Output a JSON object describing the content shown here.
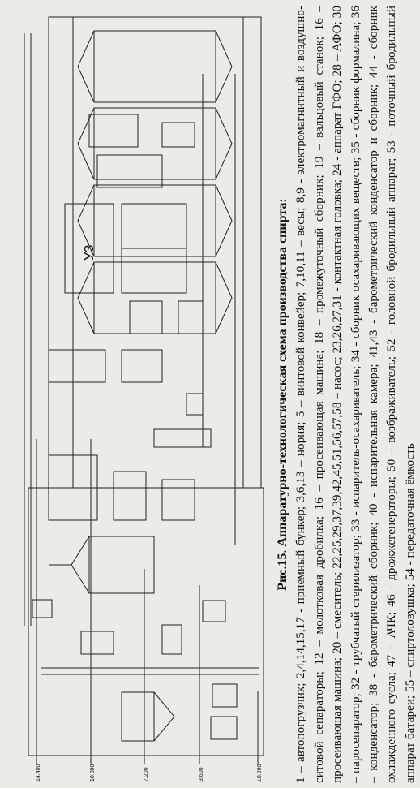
{
  "figure": {
    "title": "Рис.15. Аппаратурно-технологическая схема производства спирта:",
    "legend": "1 – автопогрузчик; 2,4,14,15,17 - приемный бункер; 3,6,13 – нория; 5 – винтовой конвейер; 7,10,11 – весы; 8,9 - электромагнитный и воздушно-ситовой сепараторы; 12 – молотковая дробилка; 16 – просеивающая машина; 18 – промежуточный сборник; 19 – вальцовый станок; 16 – просеивающая машина; 20 – смеситель; 22,25,29,37,39,42,45,51,56,57,58 – насос; 23,26,27,31 - контактная головка; 24 - аппарат ГФО; 28 – АФО; 30 – паросепаратор; 32 - трубчатый стерилизатор; 33 - испаритель-осахариватель; 34 - сборник осахаривающих веществ; 35 - сборник формалина; 36 – конденсатор; 38 - барометрический сборник; 40 - испарительная камера; 41,43 - барометрический конденсатор и сборник; 44 - сборник охлажденного сусла; 47 – АЧК; 46 - дрожжегенераторы; 50 – возбраживатель; 52 - головной бродильный аппарат; 53 - поточный бродильный аппарат батареи; 55 – спиртоловушка; 54 - передаточная ёмкость"
  },
  "diagram": {
    "uz_label": "УЗ",
    "level_labels": [
      "±0.000",
      "3.600",
      "7.200",
      "10.800",
      "14.400"
    ]
  }
}
